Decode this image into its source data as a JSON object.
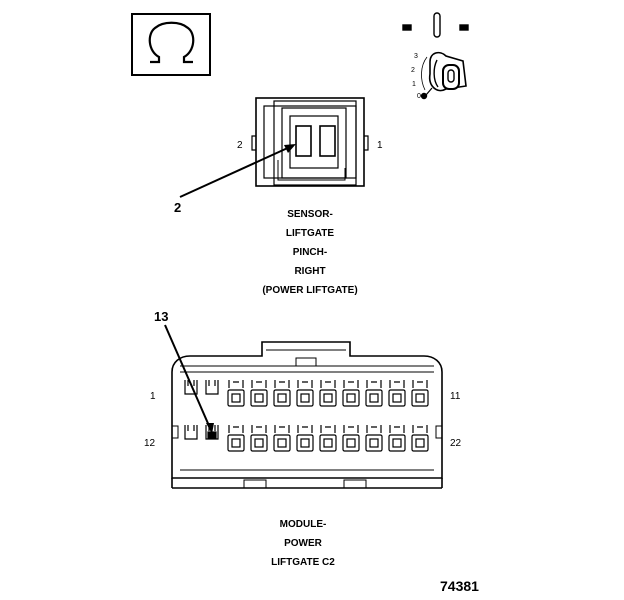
{
  "sensor_connector": {
    "pin_left": "2",
    "pin_right": "1",
    "callout": "2",
    "caption_lines": [
      "SENSOR-",
      "LIFTGATE",
      "PINCH-",
      "RIGHT",
      "(POWER LIFTGATE)"
    ]
  },
  "module_connector": {
    "callout": "13",
    "pin_top_left": "1",
    "pin_top_right": "11",
    "pin_bottom_left": "12",
    "pin_bottom_right": "22",
    "caption_lines": [
      "MODULE-",
      "POWER",
      "LIFTGATE C2"
    ]
  },
  "ignition_switch": {
    "positions": [
      "3",
      "2",
      "1",
      "0"
    ]
  },
  "figure_number": "74381",
  "icons": [
    "ohm-symbol-icon",
    "ignition-key-icon"
  ]
}
